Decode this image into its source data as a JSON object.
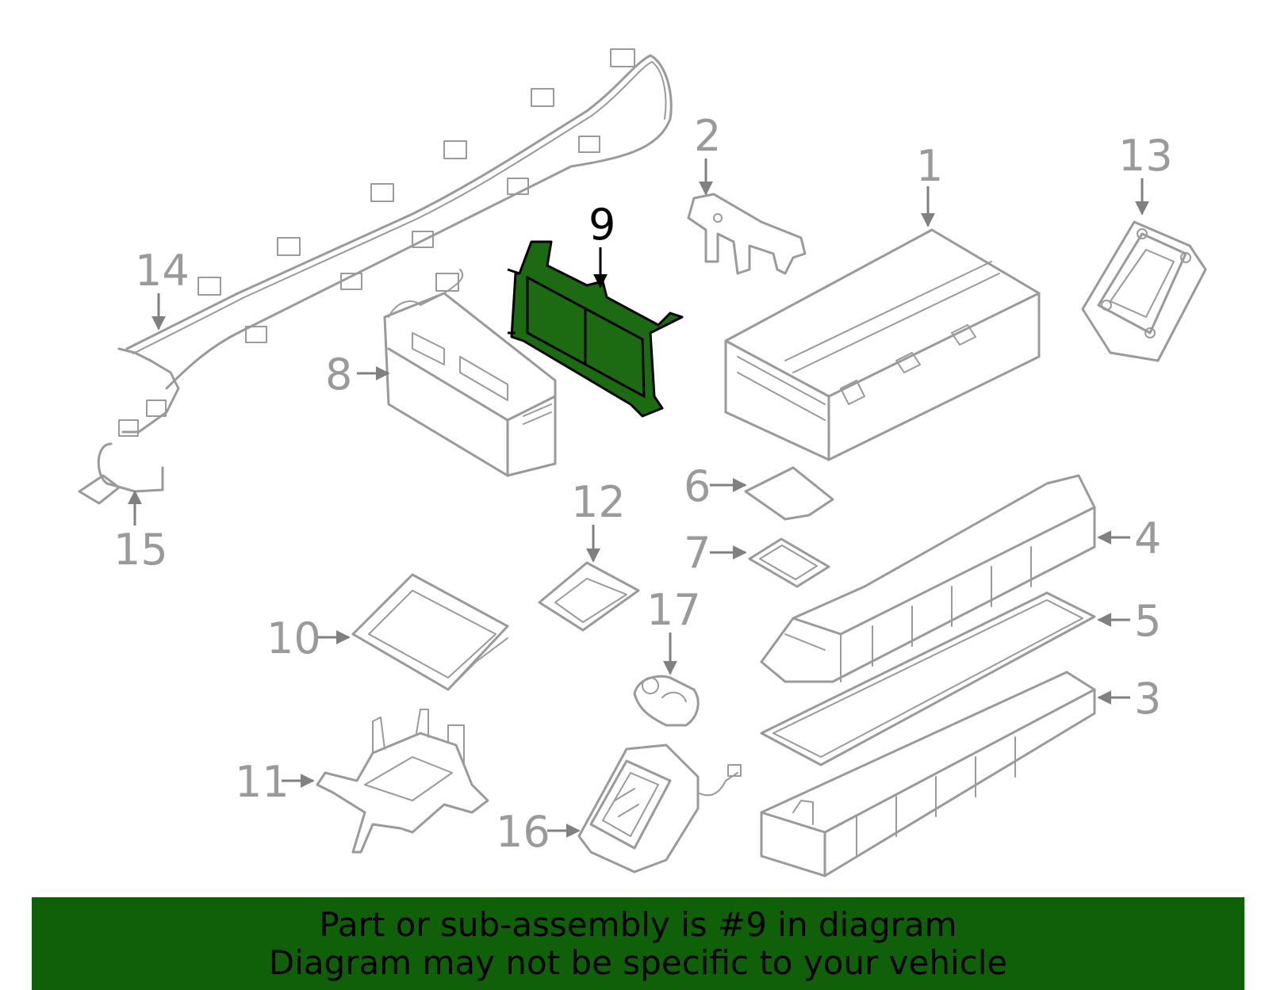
{
  "highlight": {
    "callout": "9",
    "color": "#1c6b12",
    "banner_color": "#10600a"
  },
  "callouts": {
    "c1": "1",
    "c2": "2",
    "c3": "3",
    "c4": "4",
    "c5": "5",
    "c6": "6",
    "c7": "7",
    "c8": "8",
    "c9": "9",
    "c10": "10",
    "c11": "11",
    "c12": "12",
    "c13": "13",
    "c14": "14",
    "c15": "15",
    "c16": "16",
    "c17": "17"
  },
  "banner": {
    "line1": "Part or sub-assembly is #9 in diagram",
    "line2": "Diagram may not be specific to your vehicle"
  }
}
